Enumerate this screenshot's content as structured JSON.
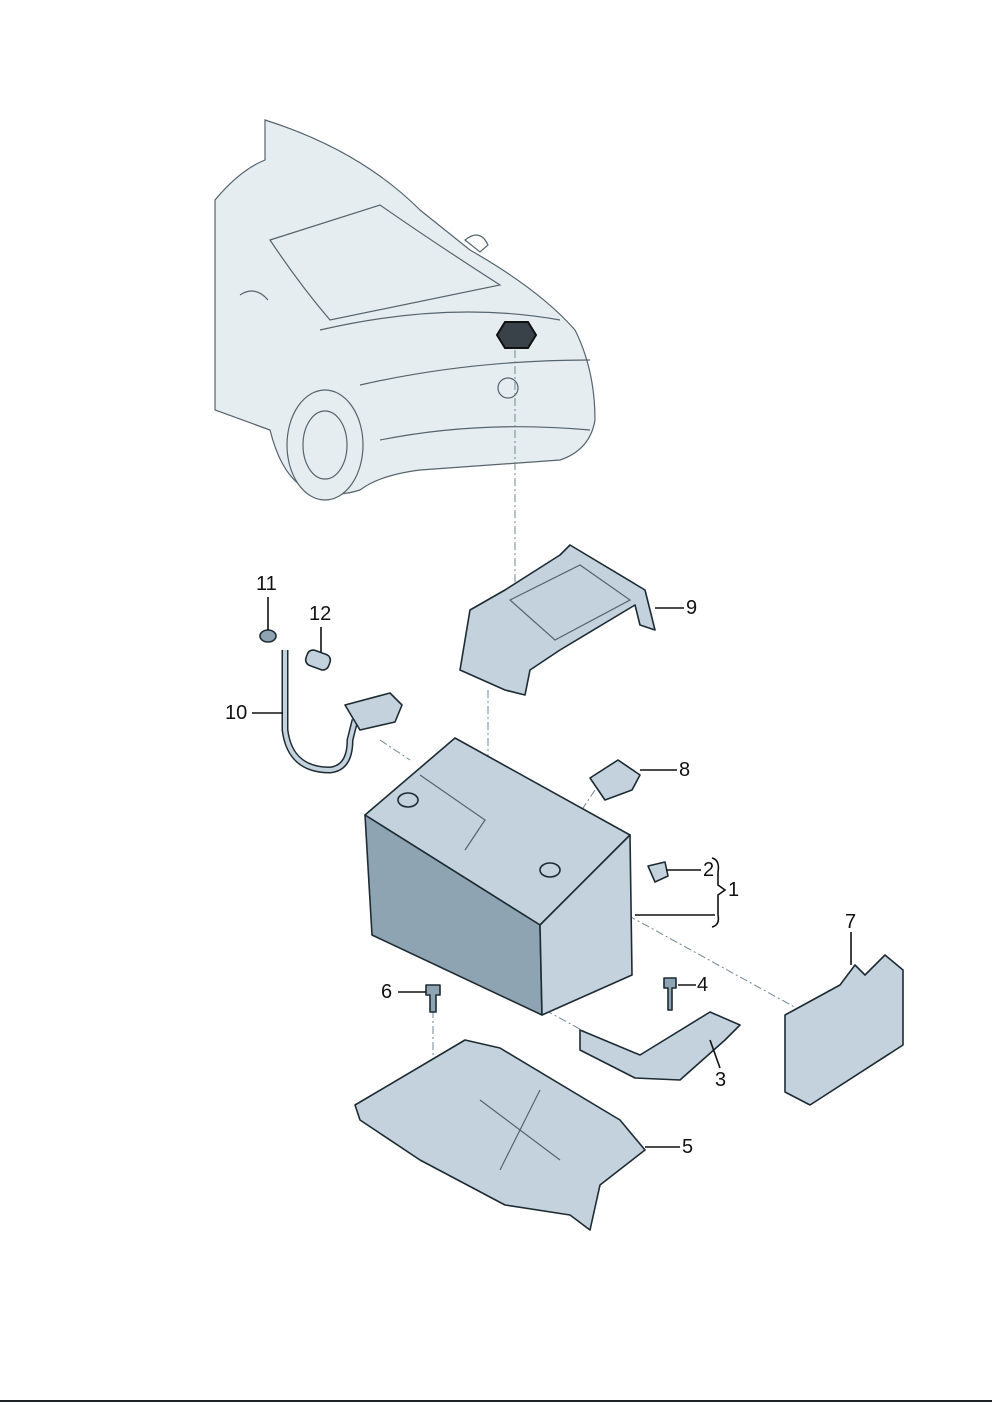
{
  "diagram": {
    "callouts": [
      {
        "id": "1",
        "text": "1"
      },
      {
        "id": "2",
        "text": "2"
      },
      {
        "id": "3",
        "text": "3"
      },
      {
        "id": "4",
        "text": "4"
      },
      {
        "id": "5",
        "text": "5"
      },
      {
        "id": "6",
        "text": "6"
      },
      {
        "id": "7",
        "text": "7"
      },
      {
        "id": "8",
        "text": "8"
      },
      {
        "id": "9",
        "text": "9"
      },
      {
        "id": "10",
        "text": "10"
      },
      {
        "id": "11",
        "text": "11"
      },
      {
        "id": "12",
        "text": "12"
      }
    ],
    "colors": {
      "part": "#c3d2dc",
      "outline": "#1d2b33",
      "car": "#e6edf1"
    }
  }
}
